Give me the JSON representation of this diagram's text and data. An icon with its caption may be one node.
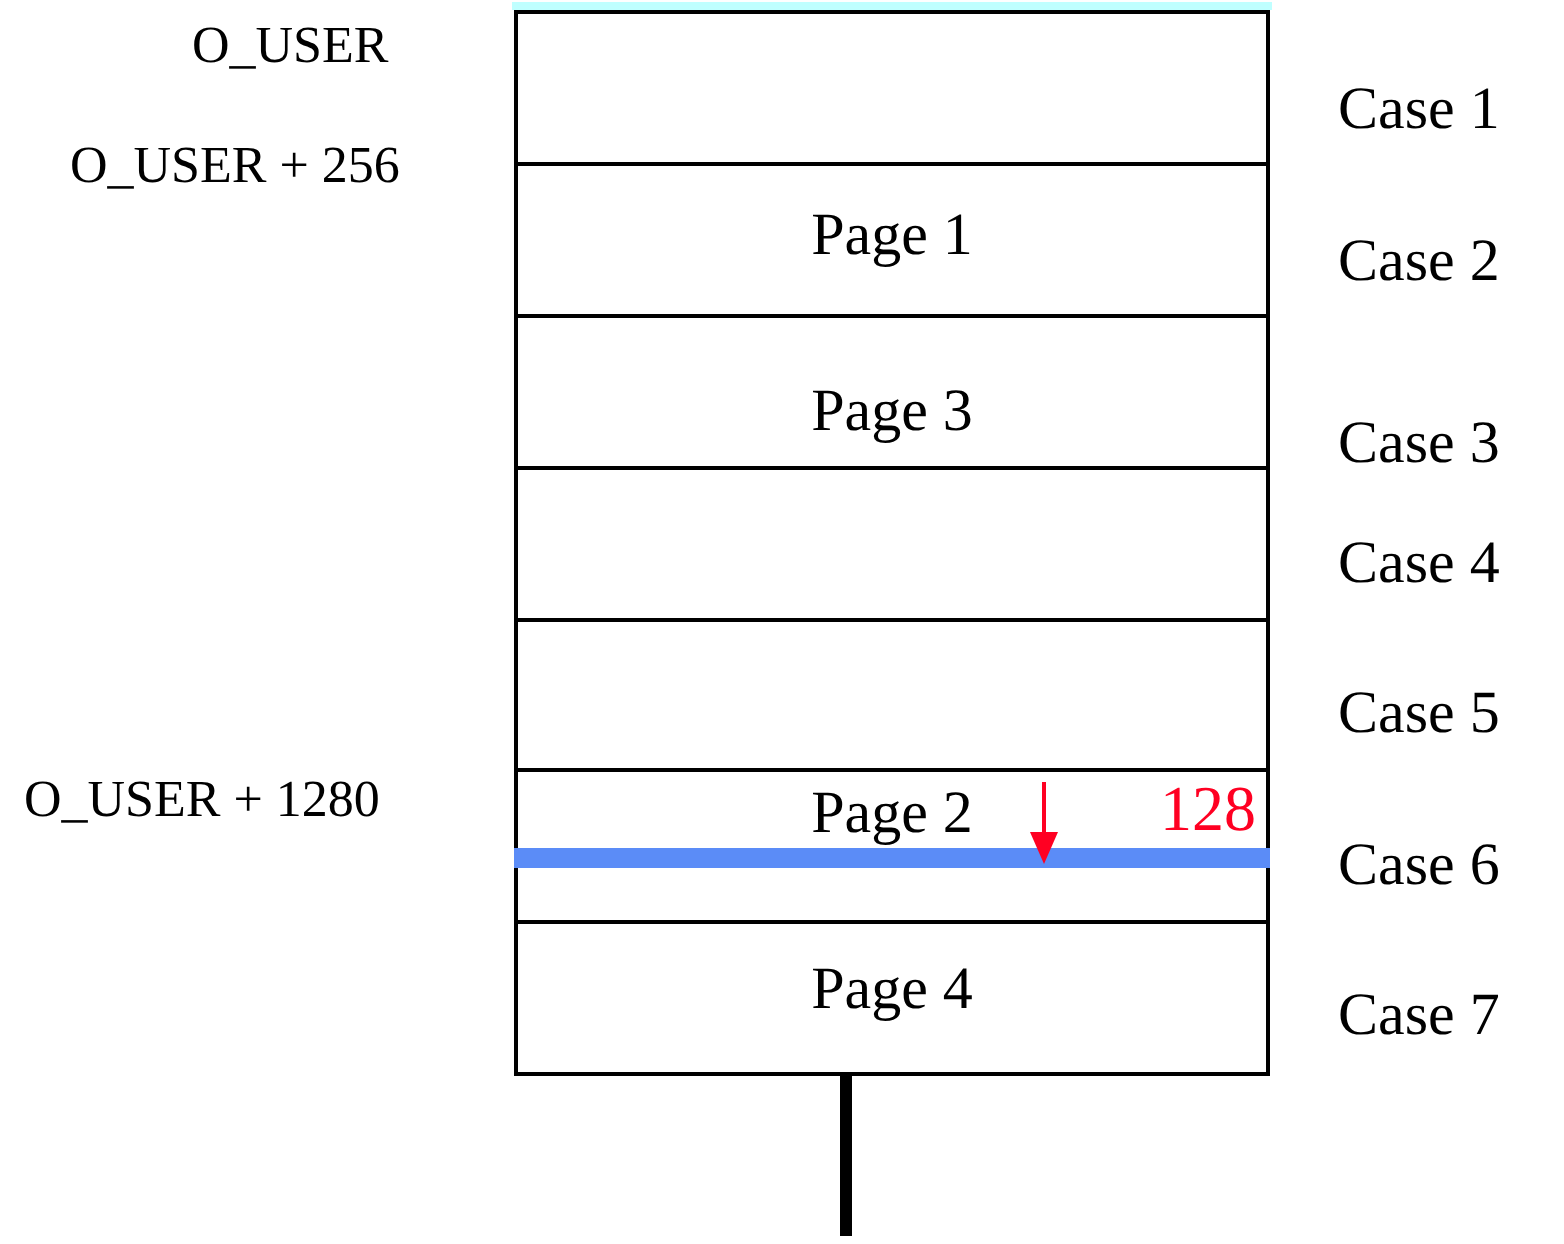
{
  "diagram": {
    "nodes": [
      {
        "text": [],
        "shape": "box"
      },
      {
        "text": [
          "Page 1"
        ]
      },
      {
        "text": [
          "Page 3"
        ]
      },
      {
        "text": [],
        "shape": "box"
      },
      {
        "text": [],
        "shape": "box"
      },
      {
        "text": [
          "Page 2"
        ]
      },
      {
        "text": [
          "Page 4"
        ]
      }
    ],
    "edges": [],
    "labels": [
      "O_USER",
      "Case 1",
      "O_USER + 256",
      "Case 2",
      "Case 3",
      "Case 4",
      "Case 5",
      "O_USER + 1280",
      "128",
      "Case 6",
      "Case 7"
    ]
  }
}
